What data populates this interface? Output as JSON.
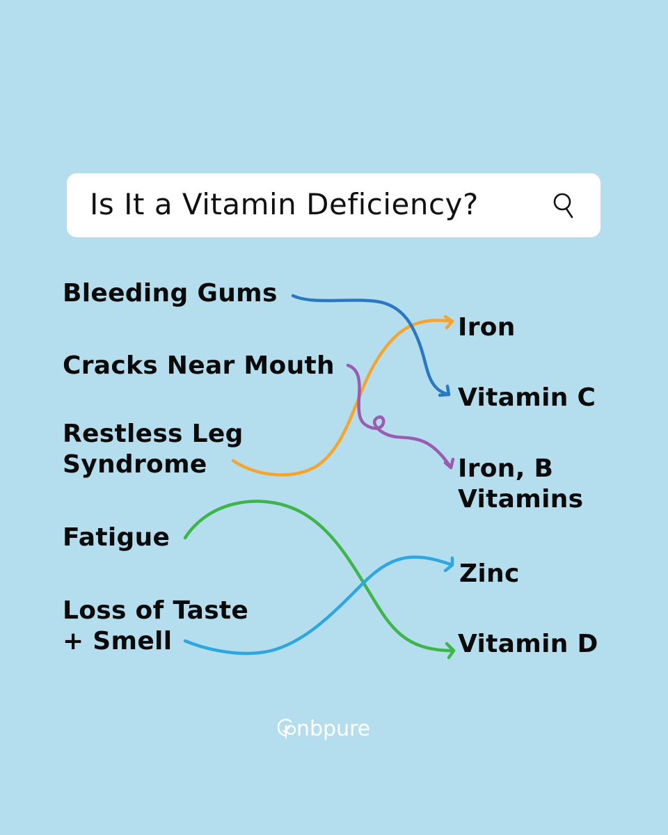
{
  "search": {
    "title": "Is It a Vitamin Deficiency?",
    "icon": "search-icon"
  },
  "symptoms": [
    {
      "label": "Bleeding Gums",
      "lines": [
        "Bleeding Gums"
      ]
    },
    {
      "label": "Cracks Near Mouth",
      "lines": [
        "Cracks Near Mouth"
      ]
    },
    {
      "label": "Restless Leg Syndrome",
      "lines": [
        "Restless Leg",
        "Syndrome"
      ]
    },
    {
      "label": "Fatigue",
      "lines": [
        "Fatigue"
      ]
    },
    {
      "label": "Loss of Taste + Smell",
      "lines": [
        "Loss of Taste",
        "+ Smell"
      ]
    }
  ],
  "deficiencies": [
    {
      "label": "Iron",
      "lines": [
        "Iron"
      ]
    },
    {
      "label": "Vitamin C",
      "lines": [
        "Vitamin C"
      ]
    },
    {
      "label": "Iron, B Vitamins",
      "lines": [
        "Iron, B",
        "Vitamins"
      ]
    },
    {
      "label": "Zinc",
      "lines": [
        "Zinc"
      ]
    },
    {
      "label": "Vitamin D",
      "lines": [
        "Vitamin D"
      ]
    }
  ],
  "connections": [
    {
      "from": "Bleeding Gums",
      "to": "Vitamin C",
      "color": "#2B78C2"
    },
    {
      "from": "Cracks Near Mouth",
      "to": "Iron, B Vitamins",
      "color": "#9B5BB0"
    },
    {
      "from": "Restless Leg Syndrome",
      "to": "Iron",
      "color": "#F6A42C"
    },
    {
      "from": "Fatigue",
      "to": "Vitamin D",
      "color": "#3DB54A"
    },
    {
      "from": "Loss of Taste + Smell",
      "to": "Zinc",
      "color": "#2EA7E0"
    }
  ],
  "colors": {
    "background": "#B4DEED",
    "text": "#0A0A0A",
    "search_bg": "#FFFFFF"
  },
  "brand": {
    "name": "nbpure"
  }
}
